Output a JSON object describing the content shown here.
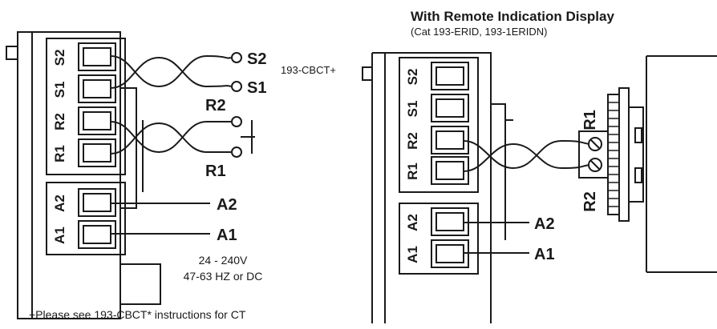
{
  "left_module": {
    "terminal_labels": [
      "S2",
      "S1",
      "R2",
      "R1",
      "A2",
      "A1"
    ],
    "callouts": {
      "s2": "S2",
      "s1": "S1",
      "r2": "R2",
      "r1": "R1",
      "a2": "A2",
      "a1": "A1"
    },
    "supply_line1": "24 - 240V",
    "supply_line2": "47-63 HZ or DC"
  },
  "footnote": "+Please see 193-CBCT* instructions for CT",
  "cbct_label": "193-CBCT+",
  "right_module": {
    "title": "With Remote Indication Display",
    "subtitle": "(Cat 193-ERID, 193-1ERIDN)",
    "terminal_labels": [
      "S2",
      "S1",
      "R2",
      "R1",
      "A2",
      "A1"
    ],
    "display_labels": {
      "r1": "R1",
      "r2": "R2"
    },
    "callouts": {
      "a2": "A2",
      "a1": "A1"
    }
  }
}
